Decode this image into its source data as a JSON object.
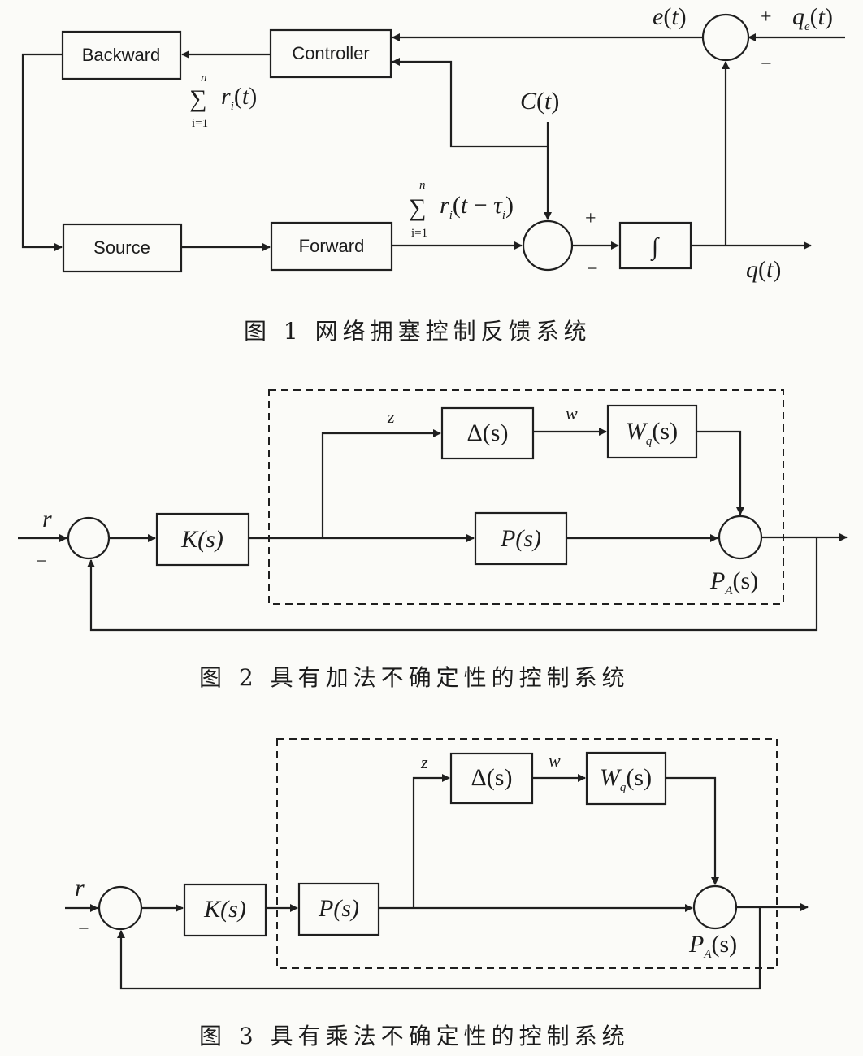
{
  "figure1": {
    "caption": "图 1   网络拥塞控制反馈系统",
    "blocks": {
      "backward": "Backward",
      "controller": "Controller",
      "source": "Source",
      "forward": "Forward",
      "integrator": "∫"
    },
    "labels": {
      "e": "e",
      "qe": "q",
      "qe_sub": "e",
      "q": "q",
      "c": "C",
      "r": "r",
      "r_sub": "i",
      "tau": "τ",
      "n": "n",
      "i1": "i=1",
      "t": "t"
    },
    "signs": {
      "plus": "+",
      "minus": "−"
    }
  },
  "figure2": {
    "caption": "图 2   具有加法不确定性的控制系统",
    "blocks": {
      "delta": "Δ(s)",
      "wq": "W",
      "wq_sub": "q",
      "p": "P(s)",
      "k": "K(s)"
    },
    "labels": {
      "z": "z",
      "w": "w",
      "r": "r",
      "pa": "P",
      "pa_sub": "A",
      "s": "(s)"
    },
    "signs": {
      "minus": "−"
    }
  },
  "figure3": {
    "caption": "图 3   具有乘法不确定性的控制系统",
    "blocks": {
      "delta": "Δ(s)",
      "wq": "W",
      "wq_sub": "q",
      "p": "P(s)",
      "k": "K(s)"
    },
    "labels": {
      "z": "z",
      "w": "w",
      "r": "r",
      "pa": "P",
      "pa_sub": "A",
      "s": "(s)"
    },
    "signs": {
      "minus": "−"
    }
  }
}
